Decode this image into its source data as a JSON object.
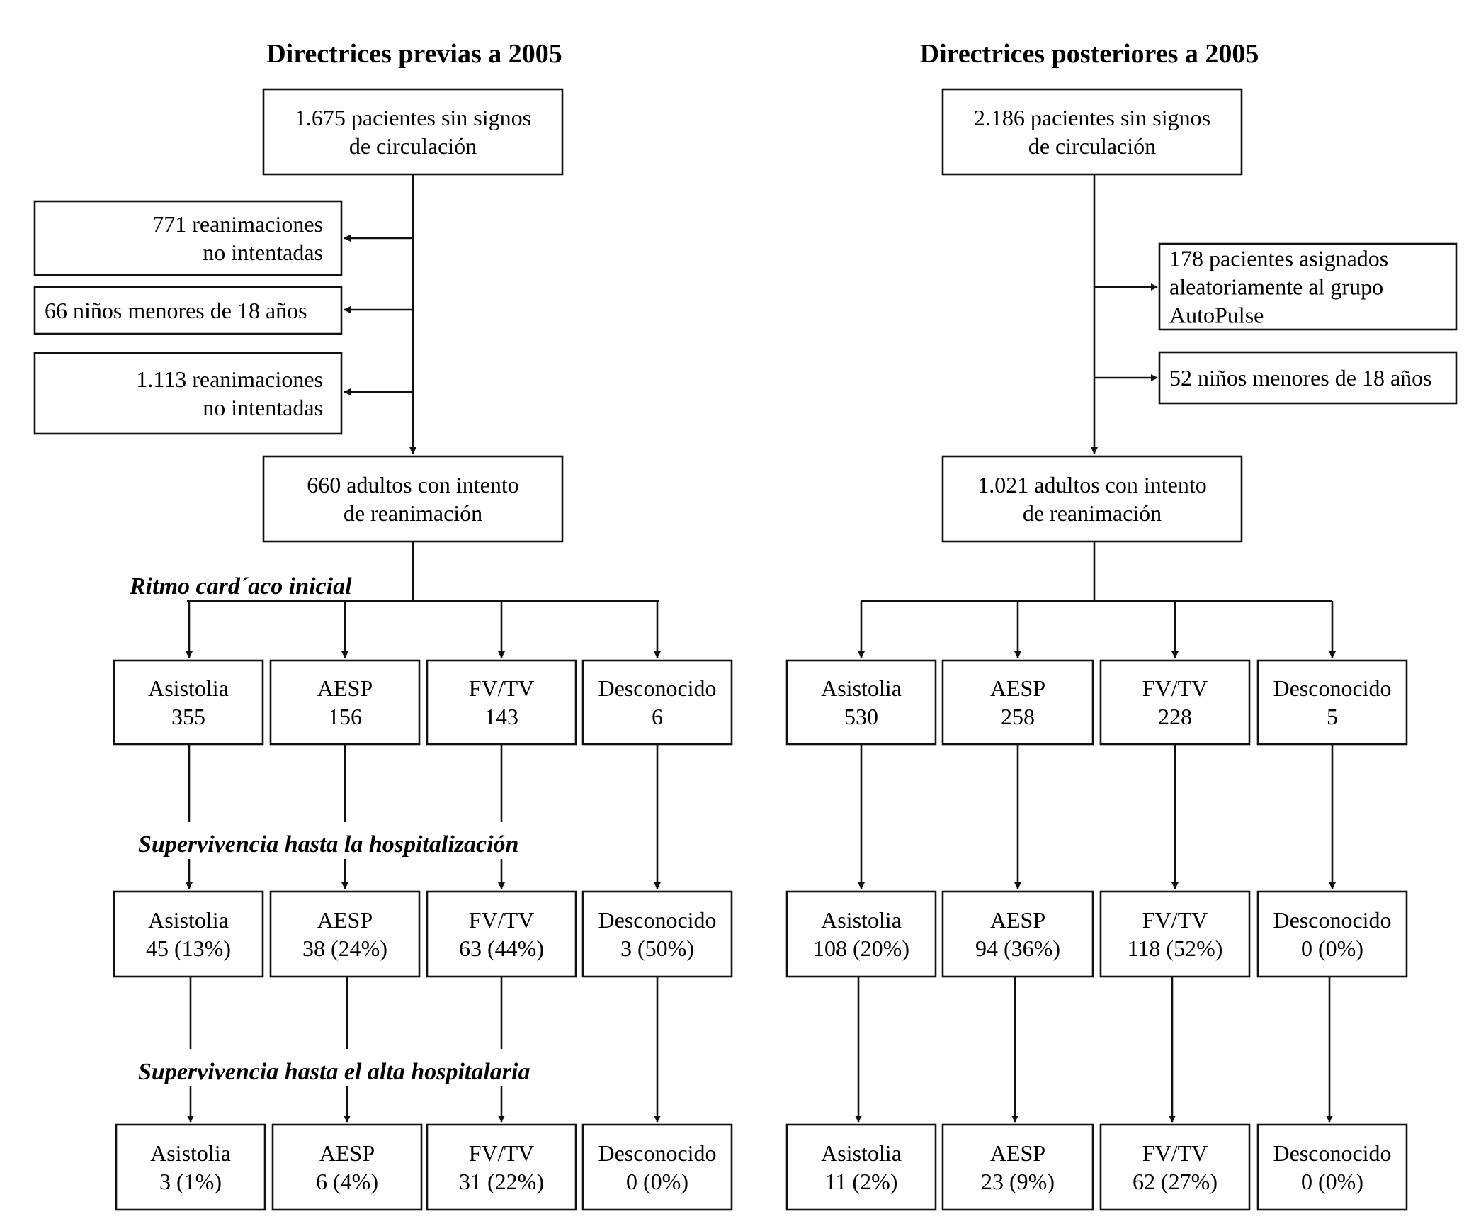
{
  "left": {
    "title": "Directrices previas a 2005",
    "root": [
      "1.675 pacientes sin signos",
      "de circulación"
    ],
    "exclusions": [
      [
        "771 reanimaciones",
        "no intentadas"
      ],
      [
        "66 niños menores de 18 años"
      ],
      [
        "1.113 reanimaciones",
        "no intentadas"
      ]
    ],
    "attempted": [
      "660 adultos con intento",
      "de reanimación"
    ],
    "initial_rhythm": [
      [
        "Asistolia",
        "355"
      ],
      [
        "AESP",
        "156"
      ],
      [
        "FV/TV",
        "143"
      ],
      [
        "Desconocido",
        "6"
      ]
    ],
    "survival_admission": [
      [
        "Asistolia",
        "45 (13%)"
      ],
      [
        "AESP",
        "38 (24%)"
      ],
      [
        "FV/TV",
        "63 (44%)"
      ],
      [
        "Desconocido",
        "3 (50%)"
      ]
    ],
    "survival_discharge": [
      [
        "Asistolia",
        "3 (1%)"
      ],
      [
        "AESP",
        "6 (4%)"
      ],
      [
        "FV/TV",
        "31 (22%)"
      ],
      [
        "Desconocido",
        "0 (0%)"
      ]
    ]
  },
  "right": {
    "title": "Directrices posteriores a 2005",
    "root": [
      "2.186 pacientes sin signos",
      "de circulación"
    ],
    "exclusions": [
      [
        "178 pacientes asignados",
        "aleatoriamente al grupo",
        "AutoPulse"
      ],
      [
        "52 niños menores de 18 años"
      ]
    ],
    "attempted": [
      "1.021 adultos con intento",
      "de reanimación"
    ],
    "initial_rhythm": [
      [
        "Asistolia",
        "530"
      ],
      [
        "AESP",
        "258"
      ],
      [
        "FV/TV",
        "228"
      ],
      [
        "Desconocido",
        "5"
      ]
    ],
    "survival_admission": [
      [
        "Asistolia",
        "108 (20%)"
      ],
      [
        "AESP",
        "94 (36%)"
      ],
      [
        "FV/TV",
        "118 (52%)"
      ],
      [
        "Desconocido",
        "0 (0%)"
      ]
    ],
    "survival_discharge": [
      [
        "Asistolia",
        "11 (2%)"
      ],
      [
        "AESP",
        "23 (9%)"
      ],
      [
        "FV/TV",
        "62 (27%)"
      ],
      [
        "Desconocido",
        "0 (0%)"
      ]
    ]
  },
  "stage_labels": {
    "initial_rhythm": "Ritmo card´aco inicial",
    "admission": "Supervivencia hasta la hospitalización",
    "discharge": "Supervivencia hasta el alta hospitalaria"
  },
  "colors": {
    "line": "#111111",
    "box_fill": "#ffffff",
    "text": "#111111"
  }
}
